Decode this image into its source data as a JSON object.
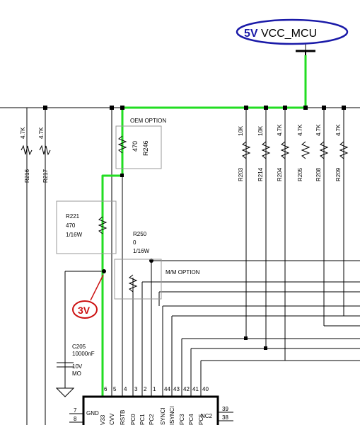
{
  "vcc_label": {
    "voltage": "5V",
    "net": "VCC_MCU",
    "color": "#1a1aa8"
  },
  "callout_3v": {
    "text": "3V",
    "color": "#cc1111"
  },
  "oem_option": "OEM OPTION",
  "mm_option": "M/M OPTION",
  "r246": {
    "value": "470",
    "ref": "R246"
  },
  "r221": {
    "ref": "R221",
    "value": "470",
    "power": "1/16W"
  },
  "r250": {
    "ref": "R250",
    "value": "0",
    "power": "1/16W"
  },
  "c205": {
    "ref": "C205",
    "value": "10000nF",
    "voltage": "10V",
    "type": "MO"
  },
  "left_resistors": [
    {
      "ref": "R216",
      "value": "4.7K"
    },
    {
      "ref": "R217",
      "value": "4.7K"
    }
  ],
  "pullup_resistors": [
    {
      "ref": "R203",
      "value": "10K"
    },
    {
      "ref": "R214",
      "value": "10K"
    },
    {
      "ref": "R204",
      "value": "4.7K"
    },
    {
      "ref": "R205",
      "value": "4.7K"
    },
    {
      "ref": "R208",
      "value": "4.7K"
    },
    {
      "ref": "R209",
      "value": "4.7K"
    }
  ],
  "ic": {
    "top_pins": [
      {
        "num": "6",
        "name": "V33"
      },
      {
        "num": "5",
        "name": "CVV"
      },
      {
        "num": "4",
        "name": "RSTB"
      },
      {
        "num": "3",
        "name": "PC0"
      },
      {
        "num": "2",
        "name": "PC1"
      },
      {
        "num": "1",
        "name": "PC2"
      },
      {
        "num": "44",
        "name": "SYNCI"
      },
      {
        "num": "43",
        "name": "ISYNCI"
      },
      {
        "num": "42",
        "name": "PC3"
      },
      {
        "num": "41",
        "name": "PC4"
      },
      {
        "num": "40",
        "name": "PC5"
      }
    ],
    "left_pins": [
      {
        "num": "7",
        "name": "GND"
      },
      {
        "num": "8",
        "name": ""
      }
    ],
    "right_pins": [
      {
        "num": "39",
        "name": "NC2"
      },
      {
        "num": "38",
        "name": ""
      }
    ]
  }
}
